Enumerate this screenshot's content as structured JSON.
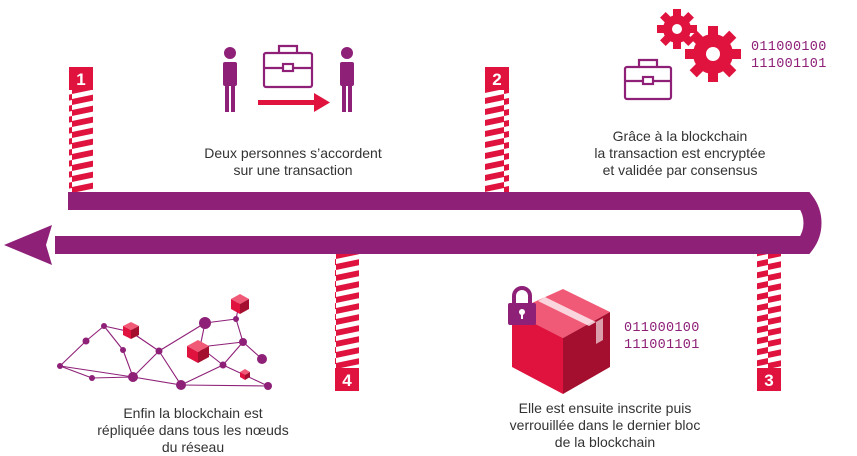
{
  "colors": {
    "purple": "#8e2078",
    "red": "#e0133f",
    "dark_red": "#a50f2f",
    "text": "#333333"
  },
  "steps": [
    {
      "number": "1",
      "caption_lines": [
        "Deux personnes s’accordent",
        "sur une transaction"
      ],
      "icons": [
        "person-icon",
        "briefcase-icon",
        "arrow-right-icon",
        "person-icon"
      ]
    },
    {
      "number": "2",
      "caption_lines": [
        "Grâce à la blockchain",
        "la transaction est encryptée",
        "et validée par consensus"
      ],
      "binary_lines": [
        "011000100",
        "111001101"
      ],
      "icons": [
        "gear-icon",
        "gear-icon",
        "briefcase-icon"
      ]
    },
    {
      "number": "3",
      "caption_lines": [
        "Elle est ensuite inscrite puis",
        "verrouillée dans le dernier bloc",
        "de la blockchain"
      ],
      "binary_lines": [
        "011000100",
        "111001101"
      ],
      "icons": [
        "padlock-icon",
        "block-box-icon"
      ]
    },
    {
      "number": "4",
      "caption_lines": [
        "Enfin la blockchain est",
        "répliquée dans tous les nœuds",
        "du réseau"
      ],
      "icons": [
        "network-icon"
      ]
    }
  ]
}
